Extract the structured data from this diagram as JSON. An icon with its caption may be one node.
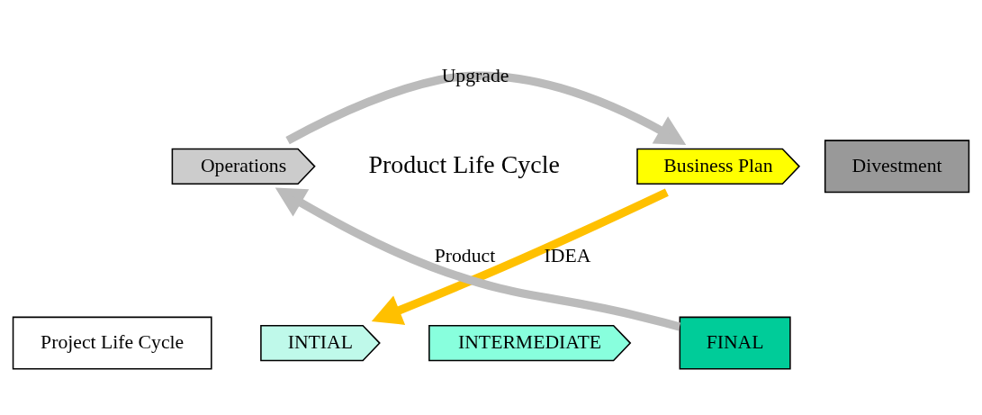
{
  "diagram": {
    "nodes": [
      {
        "text": [
          "Business Plan"
        ],
        "beside": [
          "Product Life Cycle"
        ]
      },
      {
        "text": [
          "Project Life Cycle"
        ]
      },
      {
        "text": [
          "INTIAL"
        ]
      },
      {
        "text": [
          "INTERMEDIATE"
        ]
      },
      {
        "text": [
          "FINAL"
        ]
      },
      {
        "text": [
          "Operations"
        ]
      },
      {
        "text": [
          "Divestment"
        ]
      }
    ],
    "edges": [
      {
        "from": 0,
        "to": 2,
        "arrow": "to",
        "label": "IDEA",
        "color": "#ffc000"
      },
      {
        "from": 4,
        "to": 5,
        "arrow": "to",
        "label": "Product"
      },
      {
        "from": 5,
        "to": 0,
        "arrow": "to",
        "label": "Upgrade"
      }
    ]
  }
}
